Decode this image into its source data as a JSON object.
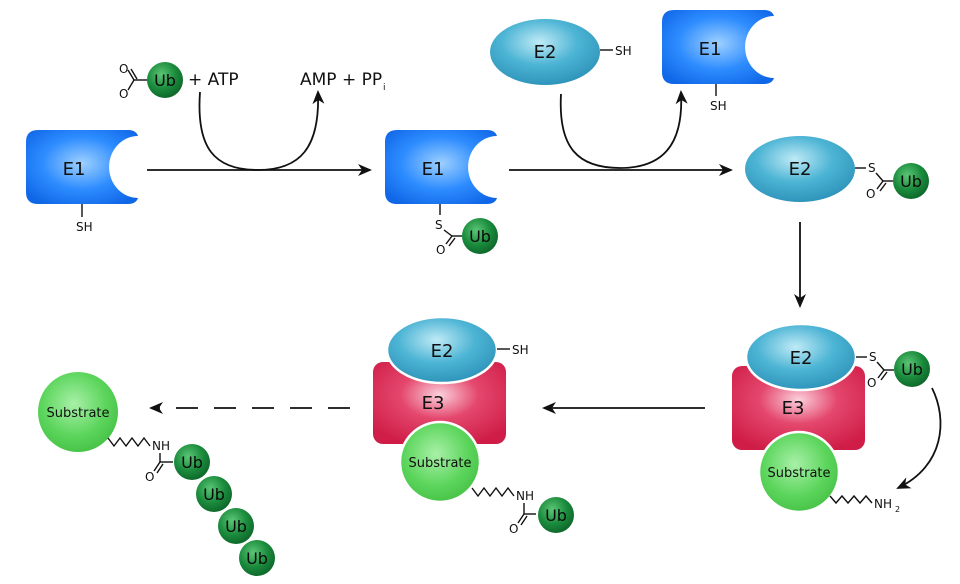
{
  "labels": {
    "e1": "E1",
    "e2": "E2",
    "e3": "E3",
    "ub": "Ub",
    "substrate": "Substrate",
    "sh": "SH",
    "s": "S",
    "o": "O",
    "nh": "NH",
    "nh2": "NH",
    "nh2_sub": "2",
    "plus_atp": "+ ATP",
    "amp_ppi": "AMP + PP",
    "ppi_sub": "i"
  },
  "colors": {
    "e1_blue": "#1f7df7",
    "e2_teal": "#37a5c8",
    "e3_crimson": "#d8244f",
    "ub_green": "#1a8a3c",
    "substrate_green": "#5fd65f"
  }
}
